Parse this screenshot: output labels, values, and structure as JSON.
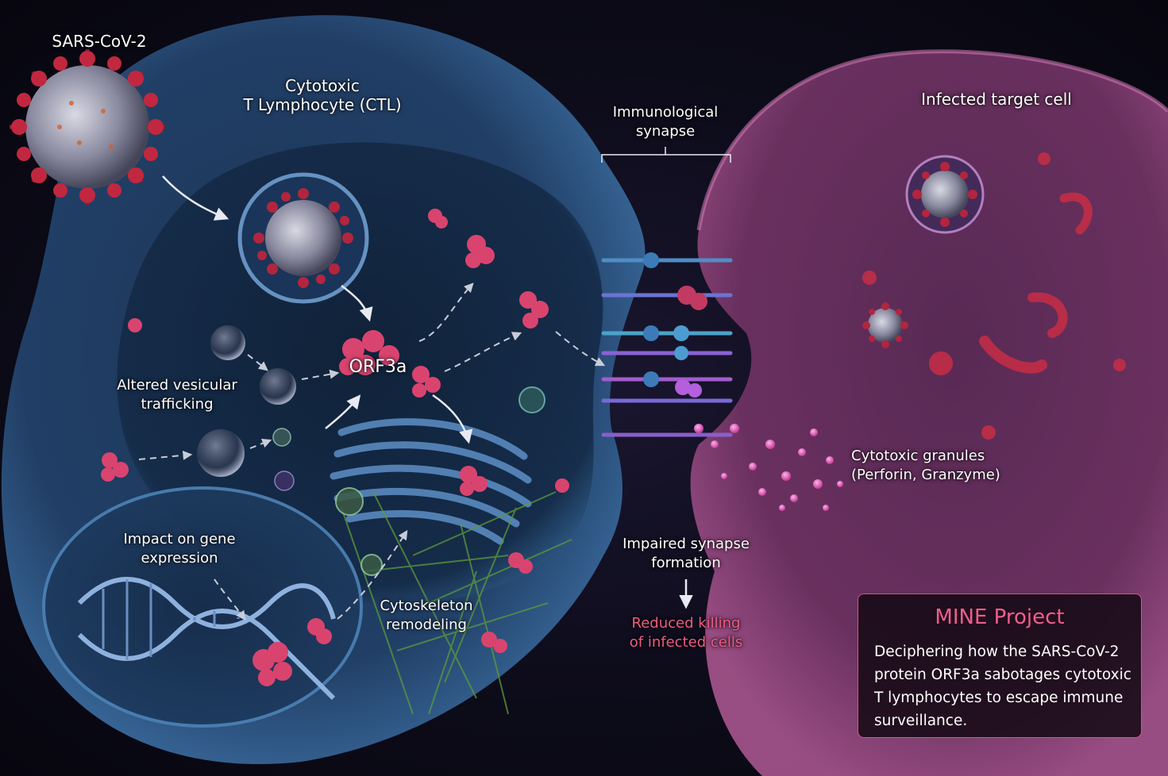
{
  "labels": {
    "virus": "SARS-CoV-2",
    "ctl": [
      "Cytotoxic",
      "T Lymphocyte (CTL)"
    ],
    "synapse": [
      "Immunological",
      "synapse"
    ],
    "target": "Infected target cell",
    "orf3a": "ORF3a",
    "vesicular": [
      "Altered vesicular",
      "trafficking"
    ],
    "gene": [
      "Impact on gene",
      "expression"
    ],
    "cytoskeleton": [
      "Cytoskeleton",
      "remodeling"
    ],
    "impaired": [
      "Impaired synapse",
      "formation"
    ],
    "reduced": [
      "Reduced killing",
      "of infected cells"
    ],
    "granules": [
      "Cytotoxic granules",
      "(Perforin, Granzyme)"
    ]
  },
  "panel": {
    "title": "MINE Project",
    "body": [
      "Deciphering how the SARS-CoV-2",
      "protein ORF3a sabotages cytotoxic",
      "T lymphocytes to escape immune",
      "surveillance."
    ]
  },
  "colors": {
    "accent": "#ee5e8a",
    "ctl_cell": "#2a4f7e",
    "target_cell": "#8a3f76",
    "protein": "#d9446f",
    "cytoskeleton": "#5c9a3c"
  }
}
